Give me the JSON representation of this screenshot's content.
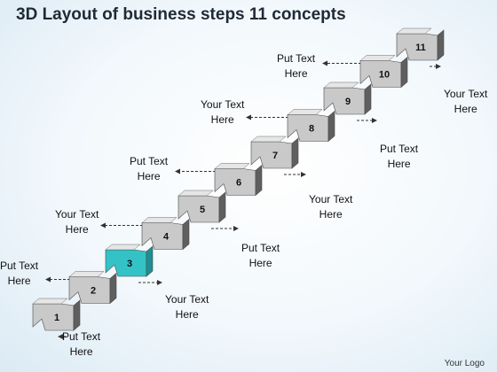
{
  "title": "3D Layout of business steps 11 concepts",
  "steps": [
    {
      "number": "1",
      "highlight": false
    },
    {
      "number": "2",
      "highlight": false
    },
    {
      "number": "3",
      "highlight": true
    },
    {
      "number": "4",
      "highlight": false
    },
    {
      "number": "5",
      "highlight": false
    },
    {
      "number": "6",
      "highlight": false
    },
    {
      "number": "7",
      "highlight": false
    },
    {
      "number": "8",
      "highlight": false
    },
    {
      "number": "9",
      "highlight": false
    },
    {
      "number": "10",
      "highlight": false
    },
    {
      "number": "11",
      "highlight": false
    }
  ],
  "labels": [
    {
      "line1": "Put Text",
      "line2": "Here"
    },
    {
      "line1": "Put Text",
      "line2": "Here"
    },
    {
      "line1": "Your Text",
      "line2": "Here"
    },
    {
      "line1": "Your Text",
      "line2": "Here"
    },
    {
      "line1": "Put Text",
      "line2": "Here"
    },
    {
      "line1": "Put Text",
      "line2": "Here"
    },
    {
      "line1": "Your Text",
      "line2": "Here"
    },
    {
      "line1": "Your Text",
      "line2": "Here"
    },
    {
      "line1": "Put Text",
      "line2": "Here"
    },
    {
      "line1": "Put Text",
      "line2": "Here"
    },
    {
      "line1": "Your Text",
      "line2": "Here"
    }
  ],
  "logo": "Your Logo",
  "colors": {
    "step_light": "#c9c9c9",
    "step_dark": "#5f5f5f",
    "step_edge": "#4a4a4a",
    "highlight": "#33c3c6",
    "highlight_dark": "#1e8f93"
  }
}
